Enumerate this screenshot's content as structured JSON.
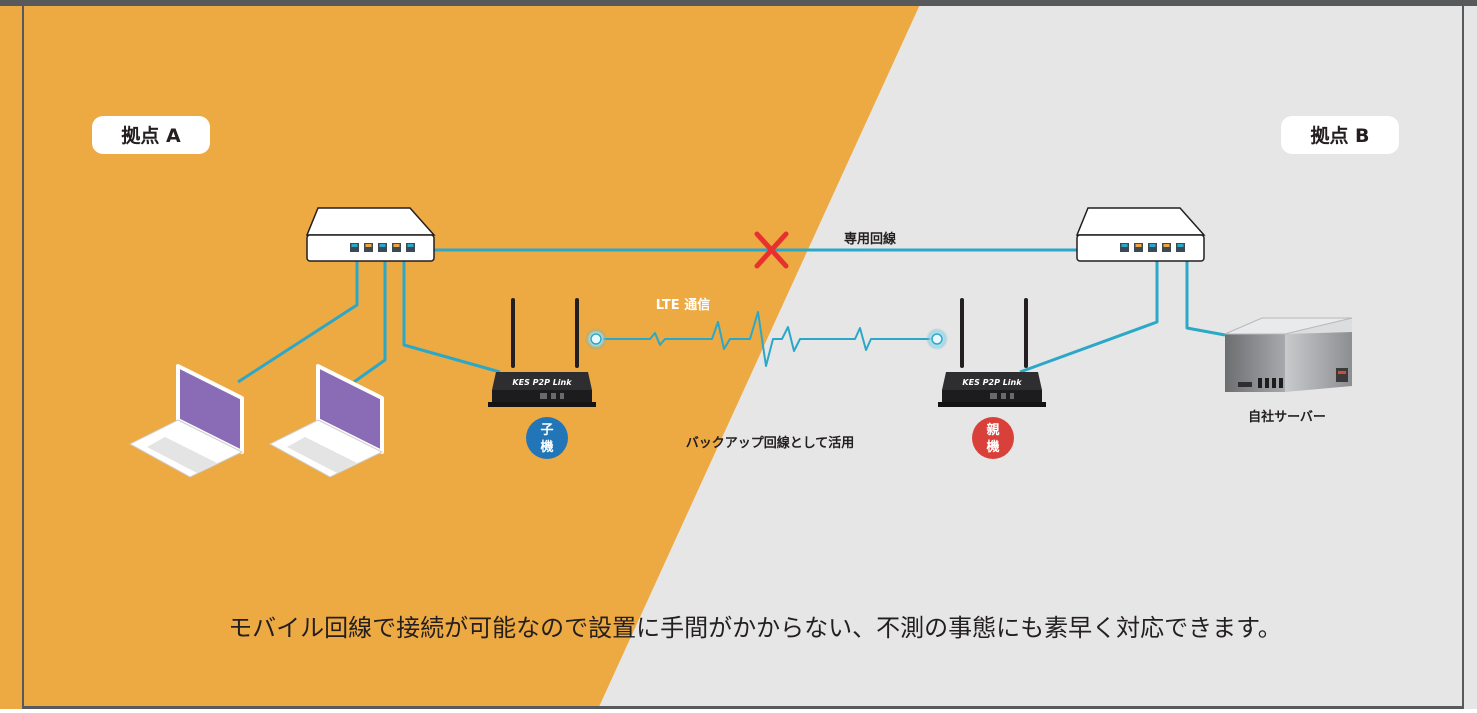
{
  "site_a_label": "拠点 A",
  "site_b_label": "拠点 B",
  "dedicated_line_label": "専用回線",
  "lte_label": "LTE 通信",
  "backup_label": "バックアップ回線として活用",
  "server_label": "自社サーバー",
  "child_badge": {
    "line1": "子",
    "line2": "機"
  },
  "parent_badge": {
    "line1": "親",
    "line2": "機"
  },
  "router_brand": "KES P2P Link",
  "caption": "モバイル回線で接続が可能なので設置に手間がかからない、不測の事態にも素早く対応できます。",
  "colors": {
    "site_a_bg": "#EDA942",
    "site_b_bg": "#E6E6E6",
    "cable": "#2BA8C8",
    "failure_mark": "#E8312F",
    "child_badge": "#2276B8",
    "parent_badge": "#D9403A",
    "frame": "#58595B"
  },
  "icons": [
    "network-switch-icon",
    "laptop-icon",
    "lte-router-icon",
    "server-icon",
    "failure-x-icon"
  ]
}
